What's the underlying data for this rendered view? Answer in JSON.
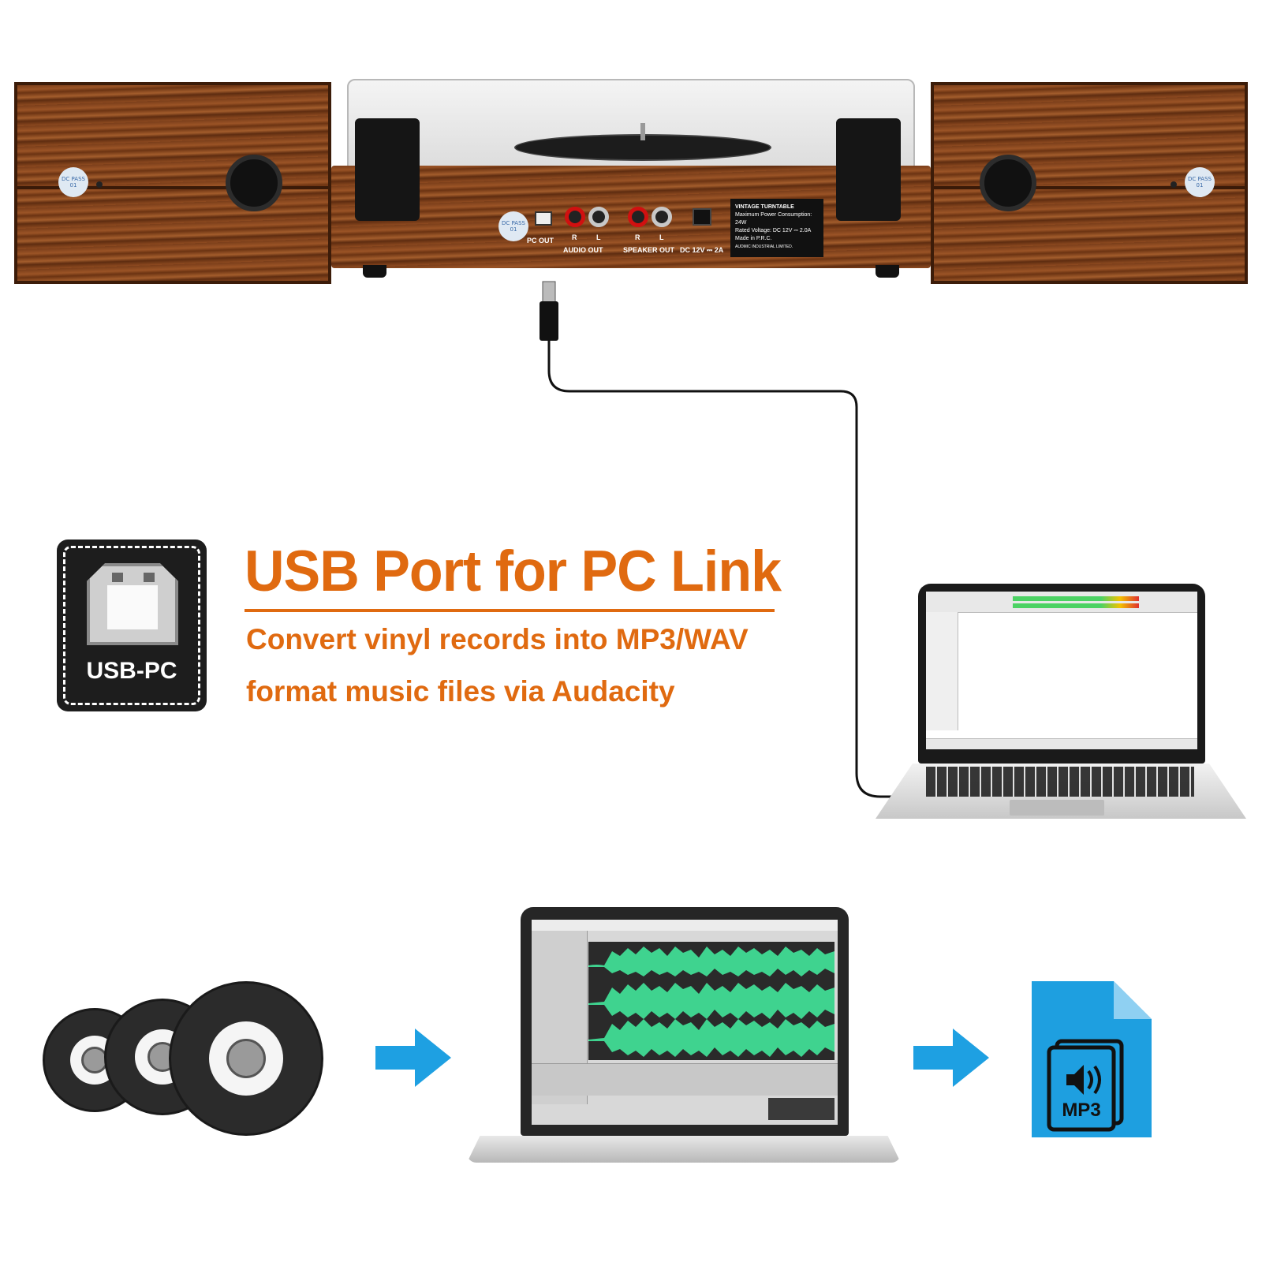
{
  "turntable": {
    "back_labels": {
      "pc_out": "PC OUT",
      "audio_out": "AUDIO OUT",
      "speaker_out": "SPEAKER OUT",
      "dc_in": "DC 12V ⎓ 2A",
      "r": "R",
      "l": "L"
    },
    "sticker": "DC PASS 01",
    "spec_label": {
      "title": "VINTAGE TURNTABLE",
      "line1": "Maximum Power Consumption: 24W",
      "line2": "Rated Voltage: DC 12V ⎓ 2.0A",
      "line3": "Made in P.R.C.",
      "line4": "AUDMIC INDUSTRIAL LIMITED."
    }
  },
  "usb_icon": {
    "label": "USB-PC"
  },
  "feature": {
    "title": "USB Port for PC Link",
    "line1": "Convert vinyl records into MP3/WAV",
    "line2": "format music files via Audacity"
  },
  "file_icon": {
    "label": "MP3"
  },
  "colors": {
    "accent_orange": "#e06a10",
    "arrow_blue": "#1ea0e2",
    "file_blue": "#1e9fe0",
    "wave_green": "#3fd38f"
  }
}
